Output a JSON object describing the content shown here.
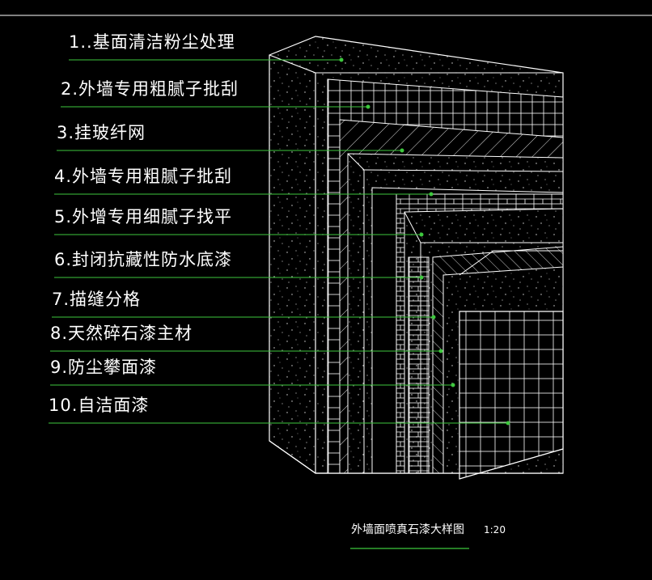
{
  "layers": [
    {
      "num": "1.",
      "text": ".基面清洁粉尘处理"
    },
    {
      "num": "2.",
      "text": "外墙专用粗腻子批刮"
    },
    {
      "num": "3.",
      "text": "挂玻纤网"
    },
    {
      "num": "4.",
      "text": "外墙专用粗腻子批刮"
    },
    {
      "num": "5.",
      "text": "外增专用细腻子找平"
    },
    {
      "num": "6.",
      "text": "封闭抗藏性防水底漆"
    },
    {
      "num": "7.",
      "text": "描缝分格"
    },
    {
      "num": "8.",
      "text": "天然碎石漆主材"
    },
    {
      "num": "9.",
      "text": "防尘攀面漆"
    },
    {
      "num": "10.",
      "text": "自洁面漆"
    }
  ],
  "caption": {
    "title": "外墙面喷真石漆大样图",
    "scale": "1:20"
  },
  "colors": {
    "background": "#000000",
    "lines": "#ffffff",
    "leaders": "#3ec93e"
  }
}
